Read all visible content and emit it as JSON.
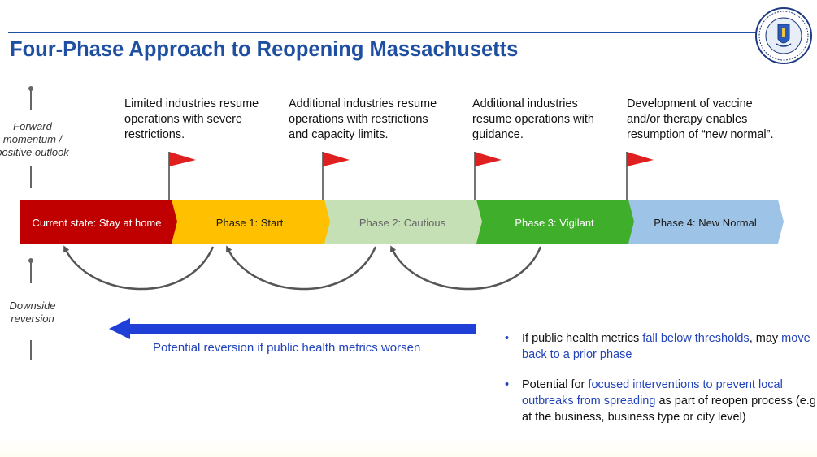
{
  "title": "Four-Phase Approach to Reopening Massachusetts",
  "axis": {
    "up_label_lines": [
      "Forward",
      "momentum /",
      "positive outlook"
    ],
    "down_label_lines": [
      "Downside",
      "reversion"
    ]
  },
  "phases": [
    {
      "label": "Current state: Stay at home",
      "fill": "#c00000",
      "text_color": "#ffffff",
      "description_lines": []
    },
    {
      "label": "Phase 1: Start",
      "fill": "#ffc000",
      "text_color": "#1a1a1a",
      "description_lines": [
        "Limited industries resume",
        "operations with severe",
        "restrictions."
      ]
    },
    {
      "label": "Phase 2: Cautious",
      "fill": "#c5e0b4",
      "text_color": "#666666",
      "description_lines": [
        "Additional industries resume",
        "operations with restrictions",
        "and capacity limits."
      ]
    },
    {
      "label": "Phase 3: Vigilant",
      "fill": "#3fae2a",
      "text_color": "#ffffff",
      "description_lines": [
        "Additional industries",
        "resume operations with",
        "guidance."
      ]
    },
    {
      "label": "Phase 4: New Normal",
      "fill": "#9dc3e6",
      "text_color": "#1a1a1a",
      "description_lines": [
        "Development of vaccine",
        "and/or therapy enables",
        "resumption of “new normal”."
      ]
    }
  ],
  "reversion": {
    "label": "Potential reversion if public health metrics worsen"
  },
  "bullets": {
    "b1": {
      "t1": "If public health metrics ",
      "h1": "fall below thresholds",
      "t2": ", may",
      "h2": "move back to a prior phase"
    },
    "b2": {
      "t1": "Potential for ",
      "h1": "focused interventions to prevent local outbreaks from spreading",
      "t2": " as part of reopen process (e.g., at the business, business type or city level)"
    }
  },
  "colors": {
    "title": "#1f4fa0",
    "flag": "#e02020",
    "arrow": "#1f3fd6",
    "highlight": "#2244bb",
    "curve": "#555555"
  },
  "icons": {
    "seal": "massachusetts-seal-icon",
    "flag": "flag-icon"
  }
}
